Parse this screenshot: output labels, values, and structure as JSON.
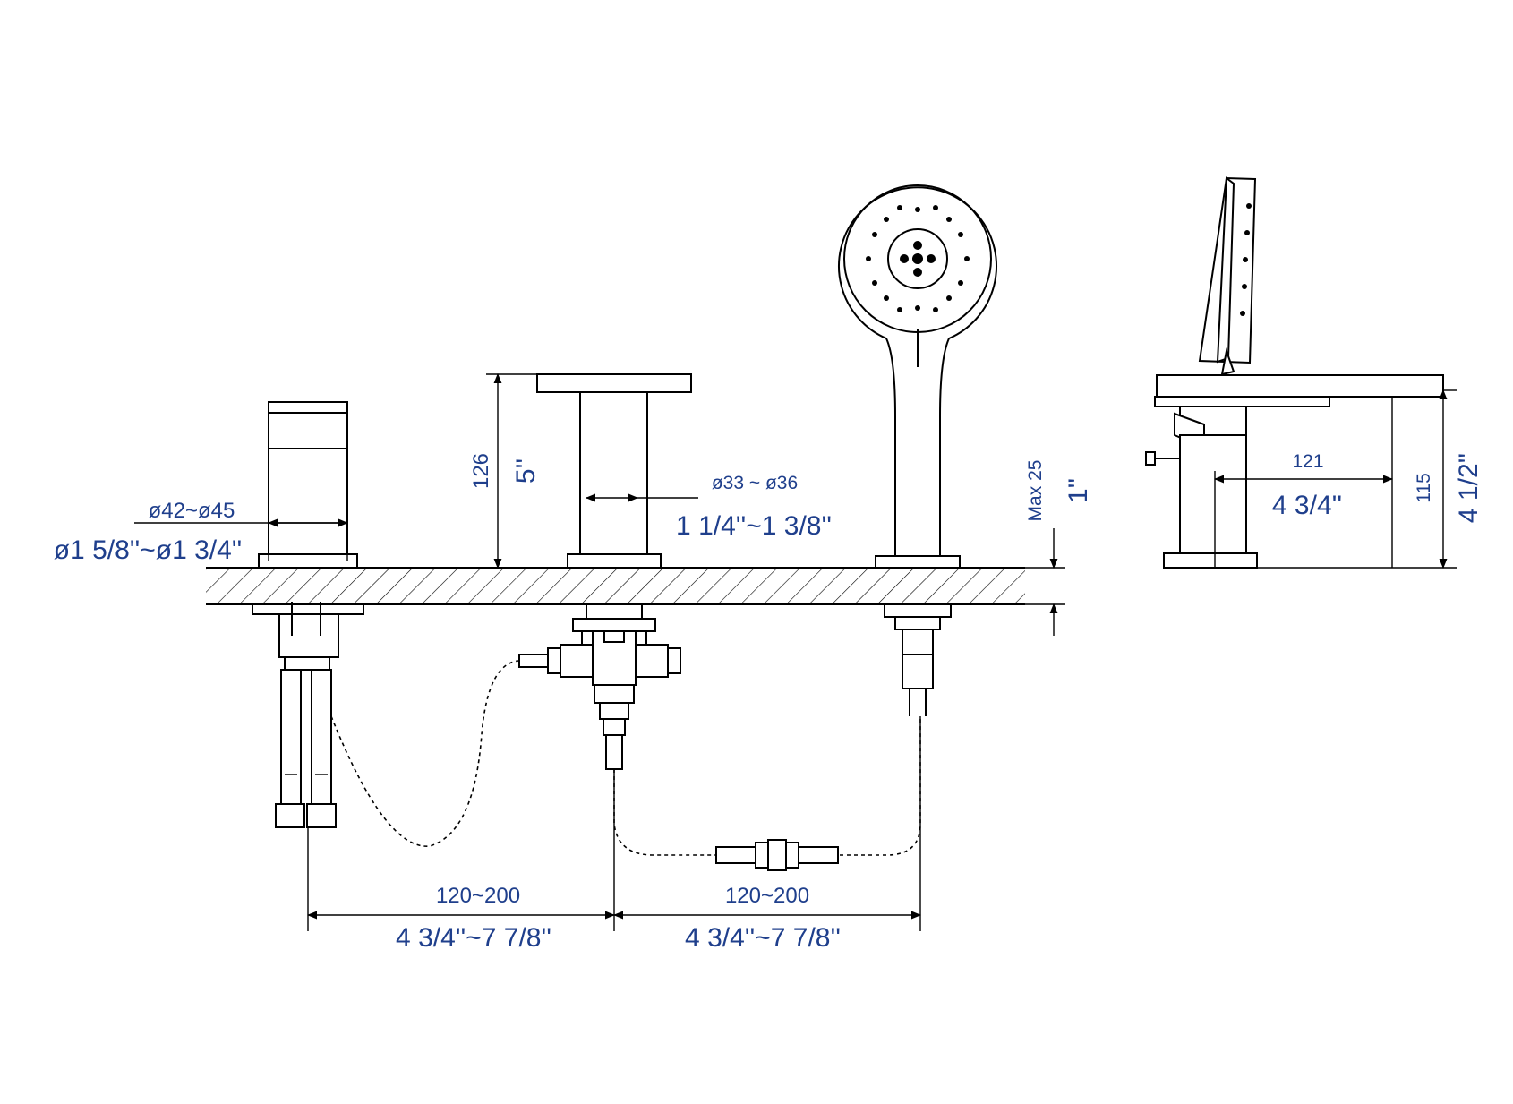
{
  "colors": {
    "line": "#000000",
    "dimension_text": "#1f3f8c",
    "background": "#ffffff"
  },
  "labels": {
    "spout_diameter_mm": "ø42~ø45",
    "spout_diameter_in": "ø1 5/8''~ø1 3/4''",
    "spout_height_mm": "126",
    "spout_height_in": "5''",
    "valve_diameter_mm": "ø33 ~ ø36",
    "valve_diameter_in": "1 1/4''~1 3/8''",
    "deck_thickness_mm": "Max 25",
    "deck_thickness_in": "1''",
    "side_reach_mm": "121",
    "side_reach_in": "4 3/4''",
    "side_height_mm": "115",
    "side_height_in": "4 1/2''",
    "spacing_left_mm": "120~200",
    "spacing_left_in": "4 3/4''~7 7/8''",
    "spacing_right_mm": "120~200",
    "spacing_right_in": "4 3/4''~7 7/8''"
  }
}
